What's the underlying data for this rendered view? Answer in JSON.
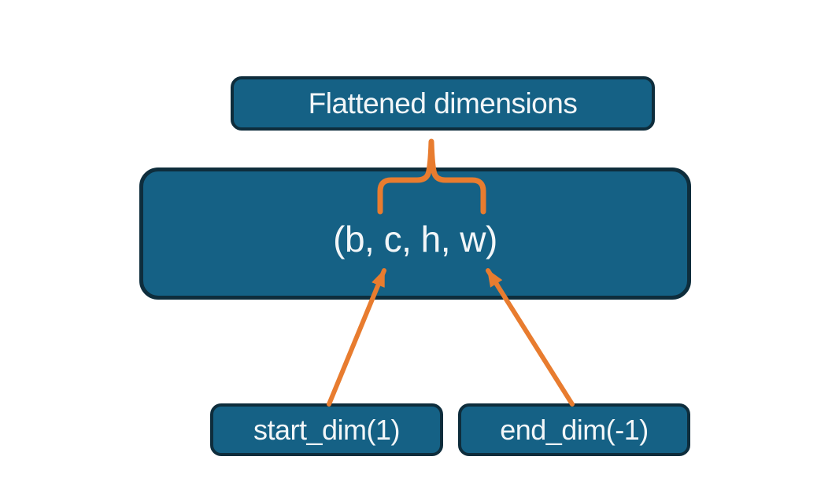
{
  "diagram": {
    "title_box": {
      "label": "Flattened dimensions"
    },
    "tensor_box": {
      "label": "(b, c, h, w)"
    },
    "start_dim_box": {
      "label": "start_dim(1)"
    },
    "end_dim_box": {
      "label": "end_dim(-1)"
    },
    "colors": {
      "box_fill": "#156185",
      "box_border": "#0e2d3c",
      "connector": "#e87c2f",
      "text": "#f2f6f8",
      "background": "#ffffff"
    }
  }
}
